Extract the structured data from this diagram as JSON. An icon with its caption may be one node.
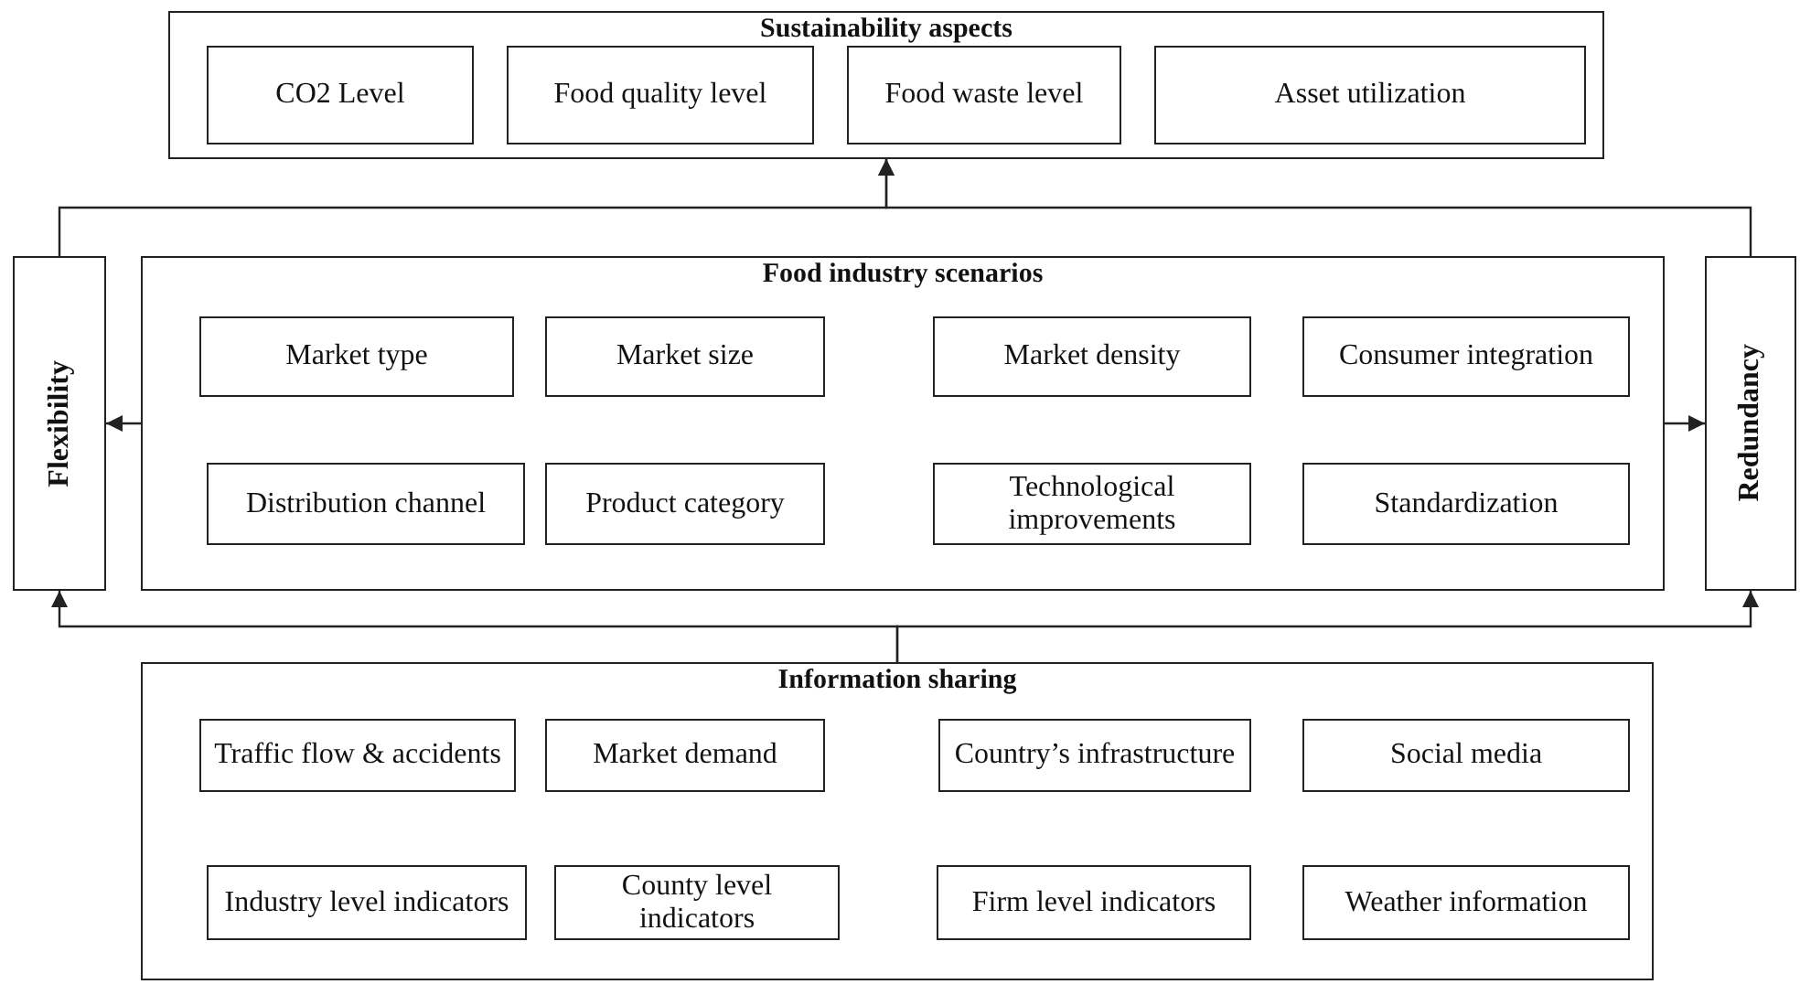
{
  "diagram": {
    "nodes": [
      {
        "text": [
          "Sustainability aspects"
        ]
      },
      {
        "text": [
          "CO2 Level"
        ],
        "in": 0
      },
      {
        "text": [
          "Food quality level"
        ],
        "in": 0
      },
      {
        "text": [
          "Food waste level"
        ],
        "in": 0
      },
      {
        "text": [
          "Asset utilization"
        ],
        "in": 0
      },
      {
        "text": [
          "Flexibility"
        ]
      },
      {
        "text": [
          "Food industry scenarios"
        ]
      },
      {
        "text": [
          "Market type"
        ],
        "in": 6
      },
      {
        "text": [
          "Market size"
        ],
        "in": 6
      },
      {
        "text": [
          "Market density"
        ],
        "in": 6
      },
      {
        "text": [
          "Consumer integration"
        ],
        "in": 6
      },
      {
        "text": [
          "Distribution channel"
        ],
        "in": 6
      },
      {
        "text": [
          "Product category"
        ],
        "in": 6
      },
      {
        "text": [
          "Technological improvements"
        ],
        "in": 6
      },
      {
        "text": [
          "Standardization"
        ],
        "in": 6
      },
      {
        "text": [
          "Redundancy"
        ]
      },
      {
        "text": [
          "Information sharing"
        ]
      },
      {
        "text": [
          "Traffic flow & accidents"
        ],
        "in": 16
      },
      {
        "text": [
          "Market demand"
        ],
        "in": 16
      },
      {
        "text": [
          "Country’s infrastructure"
        ],
        "in": 16
      },
      {
        "text": [
          "Social media"
        ],
        "in": 16
      },
      {
        "text": [
          "Industry level indicators"
        ],
        "in": 16
      },
      {
        "text": [
          "County level indicators"
        ],
        "in": 16
      },
      {
        "text": [
          "Firm level indicators"
        ],
        "in": 16
      },
      {
        "text": [
          "Weather information"
        ],
        "in": 16
      }
    ],
    "edges": [
      {
        "from": 5,
        "to": 0,
        "arrow": "to"
      },
      {
        "from": 15,
        "to": 0,
        "arrow": "to"
      },
      {
        "from": 6,
        "to": 5,
        "arrow": "to"
      },
      {
        "from": 6,
        "to": 15,
        "arrow": "to"
      },
      {
        "from": 16,
        "to": 5,
        "arrow": "to"
      },
      {
        "from": 16,
        "to": 15,
        "arrow": "to"
      }
    ]
  }
}
